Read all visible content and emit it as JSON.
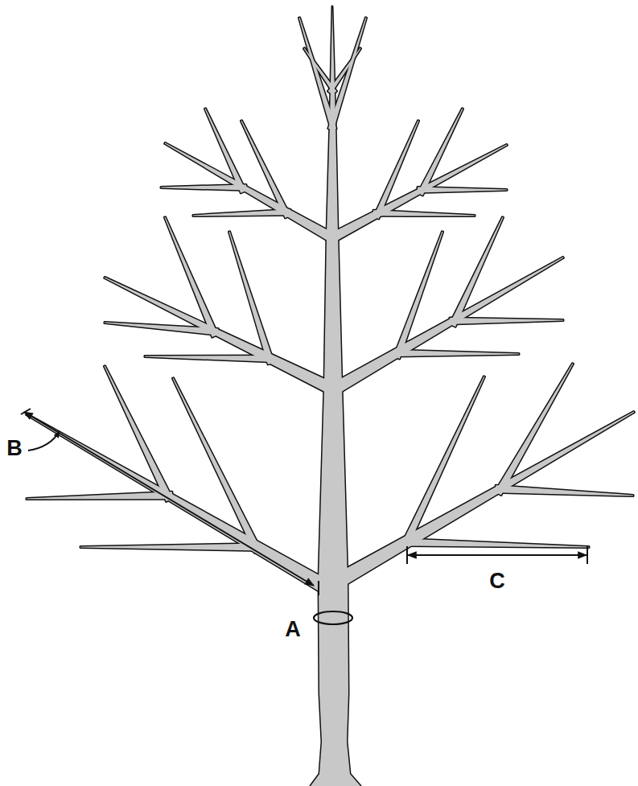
{
  "diagram": {
    "labels": [
      "A",
      "B",
      "C"
    ]
  }
}
